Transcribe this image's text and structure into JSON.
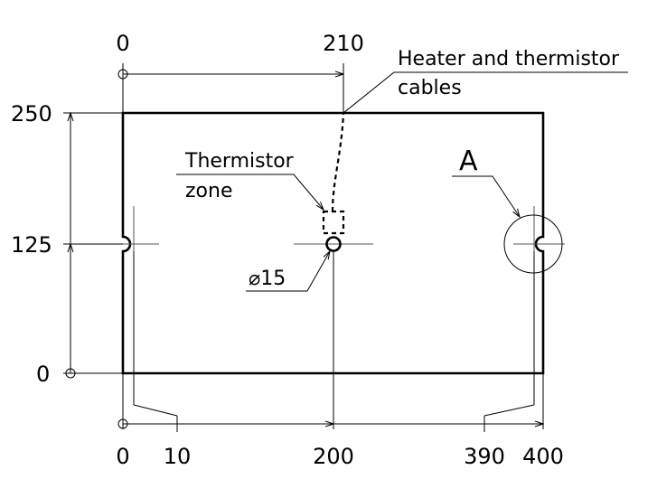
{
  "dimensions": {
    "x_top": [
      "0",
      "210"
    ],
    "x_bottom": [
      "0",
      "10",
      "200",
      "390",
      "400"
    ],
    "y_left": [
      "250",
      "125",
      "0"
    ]
  },
  "callouts": {
    "cables": [
      "Heater and thermistor",
      "cables"
    ],
    "zone": [
      "Thermistor",
      "zone"
    ],
    "hole_diameter": "⌀15",
    "detail": "A"
  }
}
